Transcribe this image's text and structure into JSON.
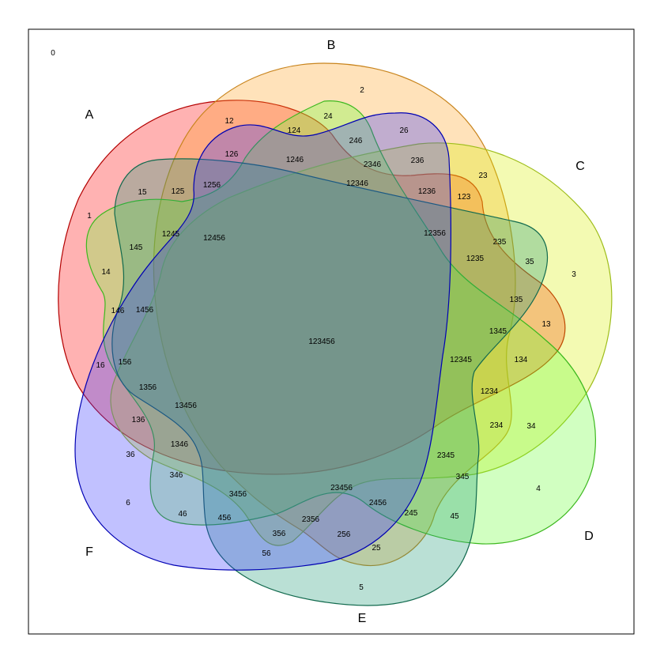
{
  "diagram": {
    "type": "venn",
    "outside_label": "0",
    "sets": [
      {
        "name": "A",
        "fill": "#ff0000",
        "stroke": "#b30000"
      },
      {
        "name": "B",
        "fill": "#ff9f1a",
        "stroke": "#c8841d"
      },
      {
        "name": "C",
        "fill": "#d6f000",
        "stroke": "#9ebd1a"
      },
      {
        "name": "D",
        "fill": "#66ff33",
        "stroke": "#3cb81e"
      },
      {
        "name": "E",
        "fill": "#1a9973",
        "stroke": "#126a4e"
      },
      {
        "name": "F",
        "fill": "#3333ff",
        "stroke": "#0000b3"
      }
    ],
    "regions": [
      "1",
      "2",
      "3",
      "4",
      "5",
      "6",
      "12",
      "13",
      "14",
      "15",
      "16",
      "23",
      "24",
      "25",
      "26",
      "34",
      "35",
      "36",
      "45",
      "46",
      "56",
      "123",
      "124",
      "125",
      "126",
      "134",
      "135",
      "136",
      "145",
      "146",
      "156",
      "234",
      "235",
      "236",
      "245",
      "246",
      "256",
      "345",
      "346",
      "356",
      "456",
      "1234",
      "1235",
      "1236",
      "1245",
      "1246",
      "1256",
      "1345",
      "1346",
      "1356",
      "1456",
      "2345",
      "2346",
      "2356",
      "2456",
      "3456",
      "12345",
      "12346",
      "12356",
      "12456",
      "13456",
      "23456",
      "123456"
    ]
  }
}
